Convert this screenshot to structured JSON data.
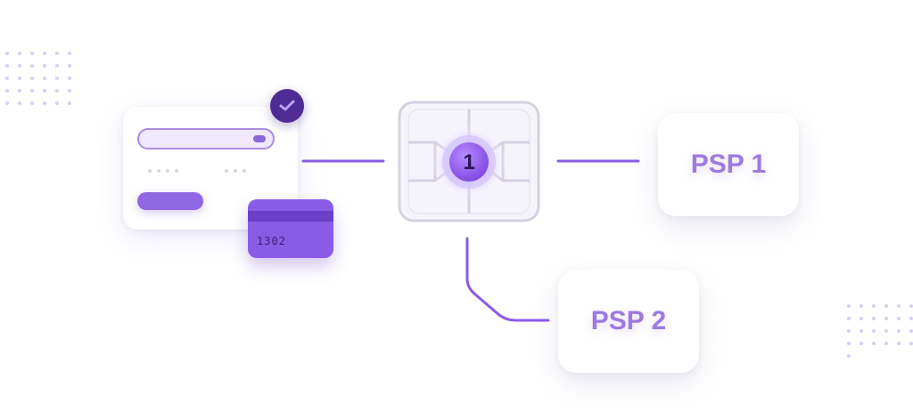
{
  "diagram": {
    "nodes": {
      "card_number": "1302",
      "chip_number": "1",
      "psp1_label": "PSP 1",
      "psp2_label": "PSP 2"
    },
    "edges": [
      {
        "from": "payment-form",
        "to": "chip"
      },
      {
        "from": "chip",
        "to": "psp-1"
      },
      {
        "from": "chip",
        "to": "psp-2"
      }
    ]
  },
  "colors": {
    "accent": "#8f67e3",
    "dark_accent": "#4e2b95",
    "card": "#8a5be5",
    "connector": "#8a5be5",
    "chip_bg": "#f6f4fb",
    "chip_line": "#d7d0e4",
    "text": "#9d7ae0"
  },
  "icons": {
    "badge": "checkmark-icon",
    "chip": "chip-icon"
  }
}
